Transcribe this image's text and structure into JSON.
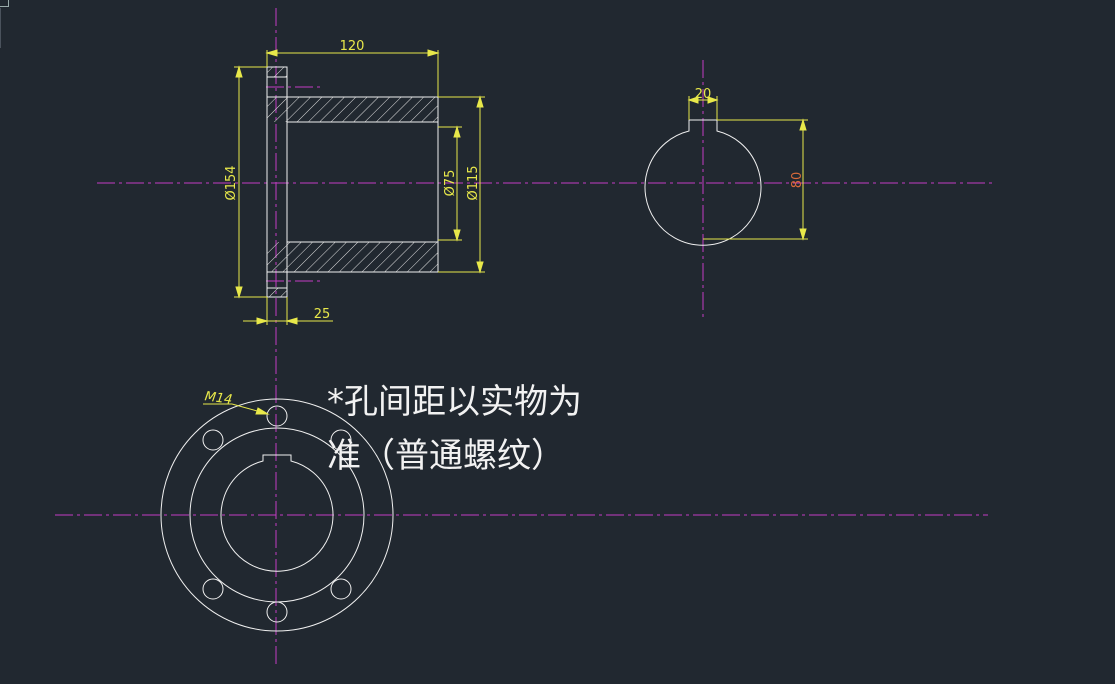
{
  "dimensions": {
    "top_width": "120",
    "flange_dia": "Ø154",
    "bore_dia": "Ø75",
    "outer_dia": "Ø115",
    "flange_thickness": "25",
    "key_width": "20",
    "key_height": "80",
    "thread": "M14"
  },
  "note": {
    "line1": "*孔间距以实物为",
    "line2": "准（普通螺纹）"
  },
  "colors": {
    "background": "#212830",
    "center_line": "#c43cc4",
    "dimension": "#e8e84a",
    "geometry": "#f0f0f0"
  }
}
